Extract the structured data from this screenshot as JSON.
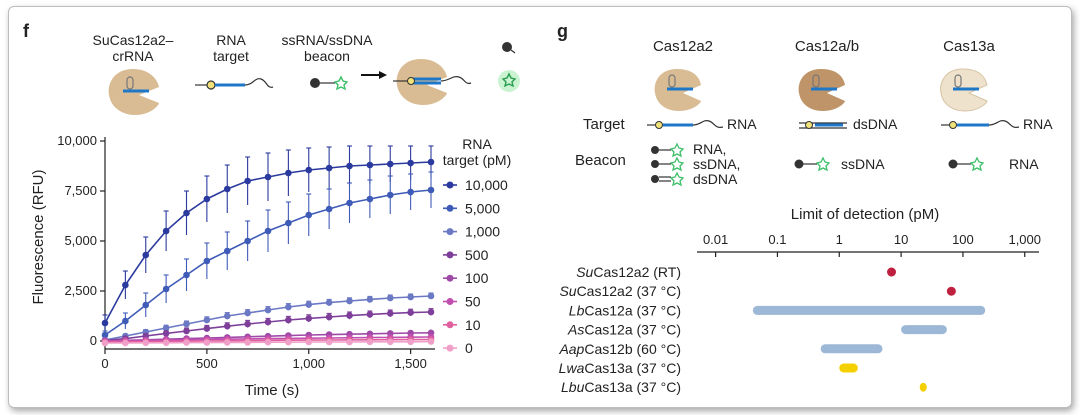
{
  "panels": {
    "f": "f",
    "g": "g"
  },
  "panel_f": {
    "schematic": {
      "crrna_label": [
        "SuCas12a2–",
        "crRNA"
      ],
      "target_label": [
        "RNA",
        "target"
      ],
      "beacon_label": [
        "ssRNA/ssDNA",
        "beacon"
      ]
    }
  },
  "panel_g": {
    "headers": [
      "Cas12a2",
      "Cas12a/b",
      "Cas13a"
    ],
    "target_row_label": "Target",
    "beacon_row_label": "Beacon",
    "targets": [
      "RNA",
      "dsDNA",
      "RNA"
    ],
    "beacons": [
      [
        "RNA,",
        "ssDNA,",
        "dsDNA"
      ],
      [
        "ssDNA"
      ],
      [
        "RNA"
      ]
    ]
  },
  "colors": {
    "bar_blue": "#9db7d6",
    "dot_red": "#c0203f",
    "bar_yellow": "#f5d000",
    "cas_tan": "#d9bc93",
    "cas_brown": "#bf9468",
    "cas_pale": "#efe2cc",
    "rna_blue": "#1f77c8",
    "beacon_green": "#3cbf68"
  },
  "chart_data": [
    {
      "type": "line",
      "xlabel": "Time (s)",
      "ylabel": "Fluorescence (RFU)",
      "xlim": [
        0,
        1600
      ],
      "ylim": [
        0,
        10000
      ],
      "xticks": [
        "0",
        "500",
        "1,000",
        "1,500"
      ],
      "xtick_values": [
        0,
        500,
        1000,
        1500
      ],
      "yticks": [
        "0",
        "2,500",
        "5,000",
        "7,500",
        "10,000"
      ],
      "ytick_values": [
        0,
        2500,
        5000,
        7500,
        10000
      ],
      "legend_title": [
        "RNA",
        "target (pM)"
      ],
      "legend_placement": "right",
      "x": [
        0,
        100,
        200,
        300,
        400,
        500,
        600,
        700,
        800,
        900,
        1000,
        1100,
        1200,
        1300,
        1400,
        1500,
        1600
      ],
      "series": [
        {
          "name": "10,000",
          "color": "#2b3a9e",
          "values": [
            900,
            2800,
            4300,
            5500,
            6400,
            7100,
            7600,
            8000,
            8200,
            8400,
            8550,
            8650,
            8750,
            8800,
            8850,
            8900,
            8950
          ],
          "error": [
            400,
            700,
            900,
            1000,
            1100,
            1150,
            1200,
            1200,
            1200,
            1150,
            1100,
            1050,
            1000,
            950,
            900,
            850,
            800
          ]
        },
        {
          "name": "5,000",
          "color": "#3f5bb8",
          "values": [
            300,
            1000,
            1800,
            2600,
            3300,
            4000,
            4500,
            5000,
            5500,
            5900,
            6300,
            6600,
            6900,
            7100,
            7300,
            7450,
            7550
          ],
          "error": [
            200,
            400,
            600,
            700,
            800,
            900,
            950,
            1000,
            1050,
            1050,
            1050,
            1000,
            1000,
            950,
            950,
            900,
            900
          ]
        },
        {
          "name": "1,000",
          "color": "#6b78c4",
          "values": [
            50,
            250,
            450,
            650,
            850,
            1050,
            1250,
            1400,
            1550,
            1700,
            1820,
            1920,
            2000,
            2080,
            2150,
            2200,
            2250
          ],
          "error": [
            50,
            100,
            120,
            140,
            150,
            160,
            170,
            170,
            170,
            170,
            170,
            160,
            160,
            150,
            150,
            150,
            150
          ]
        },
        {
          "name": "500",
          "color": "#7e3f9a",
          "values": [
            20,
            120,
            250,
            380,
            500,
            620,
            740,
            850,
            950,
            1050,
            1130,
            1200,
            1270,
            1330,
            1380,
            1420,
            1450
          ],
          "error": [
            30,
            80,
            110,
            130,
            150,
            160,
            170,
            180,
            180,
            180,
            180,
            180,
            180,
            170,
            170,
            170,
            170
          ]
        },
        {
          "name": "100",
          "color": "#a04aa8",
          "values": [
            0,
            30,
            60,
            90,
            120,
            150,
            180,
            210,
            240,
            270,
            300,
            320,
            340,
            360,
            380,
            400,
            410
          ],
          "error": [
            20,
            30,
            40,
            40,
            50,
            50,
            50,
            50,
            50,
            50,
            50,
            50,
            50,
            50,
            50,
            50,
            50
          ]
        },
        {
          "name": "50",
          "color": "#c14fb0",
          "values": [
            0,
            15,
            30,
            45,
            60,
            75,
            90,
            105,
            120,
            130,
            140,
            150,
            160,
            170,
            180,
            190,
            200
          ],
          "error": [
            20,
            20,
            30,
            30,
            30,
            30,
            30,
            30,
            30,
            30,
            30,
            30,
            30,
            30,
            30,
            30,
            30
          ]
        },
        {
          "name": "10",
          "color": "#e0609e",
          "values": [
            -50,
            -40,
            -30,
            -20,
            -10,
            0,
            10,
            20,
            30,
            40,
            45,
            50,
            55,
            60,
            65,
            70,
            75
          ],
          "error": [
            20,
            20,
            20,
            20,
            20,
            20,
            20,
            20,
            20,
            20,
            20,
            20,
            20,
            20,
            20,
            20,
            20
          ]
        },
        {
          "name": "0",
          "color": "#f0a0c8",
          "values": [
            -100,
            -100,
            -90,
            -90,
            -80,
            -80,
            -70,
            -70,
            -60,
            -60,
            -50,
            -50,
            -50,
            -40,
            -40,
            -40,
            -30
          ],
          "error": [
            20,
            20,
            20,
            20,
            20,
            20,
            20,
            20,
            20,
            20,
            20,
            20,
            20,
            20,
            20,
            20,
            20
          ]
        }
      ]
    },
    {
      "type": "range",
      "title": "Limit of detection (pM)",
      "scale": "log",
      "xlim": [
        0.005,
        1700
      ],
      "xticks": [
        "0.01",
        "0.1",
        "1",
        "10",
        "100",
        "1,000"
      ],
      "xtick_values": [
        0.01,
        0.1,
        1,
        10,
        100,
        1000
      ],
      "rows": [
        {
          "italic": "Su",
          "rest": "Cas12a2 (RT)",
          "kind": "dot",
          "value": 7,
          "color": "#c0203f"
        },
        {
          "italic": "Su",
          "rest": "Cas12a2 (37 °C)",
          "kind": "dot",
          "value": 65,
          "color": "#c0203f"
        },
        {
          "italic": "Lb",
          "rest": "Cas12a (37 °C)",
          "kind": "bar",
          "range": [
            0.04,
            230
          ],
          "color": "#9db7d6"
        },
        {
          "italic": "As",
          "rest": "Cas12a (37 °C)",
          "kind": "bar",
          "range": [
            10,
            55
          ],
          "color": "#9db7d6"
        },
        {
          "italic": "Aap",
          "rest": "Cas12b (60 °C)",
          "kind": "bar",
          "range": [
            0.5,
            5
          ],
          "color": "#9db7d6"
        },
        {
          "italic": "Lwa",
          "rest": "Cas13a (37 °C)",
          "kind": "bar",
          "range": [
            1,
            2
          ],
          "color": "#f5d000"
        },
        {
          "italic": "Lbu",
          "rest": "Cas13a (37 °C)",
          "kind": "bar",
          "range": [
            20,
            26
          ],
          "color": "#f5d000"
        }
      ]
    }
  ]
}
